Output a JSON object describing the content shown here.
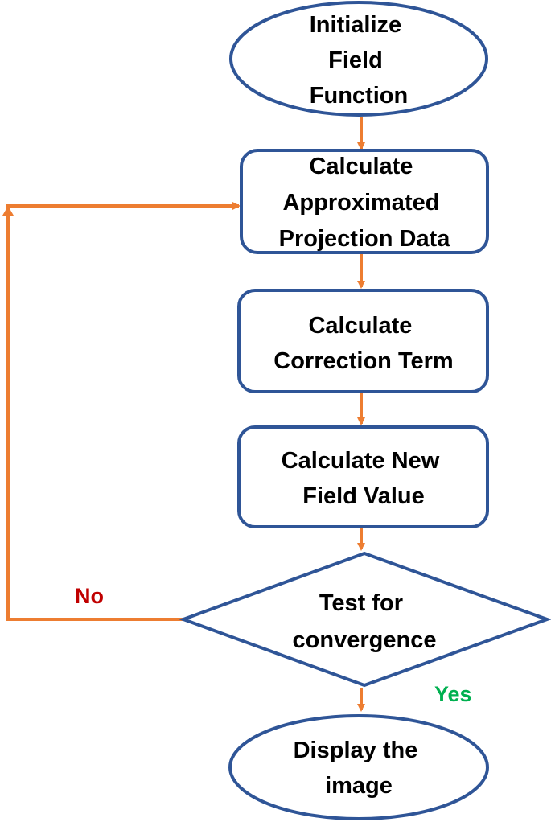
{
  "diagram": {
    "colors": {
      "node_stroke": "#2f5597",
      "connector": "#ed7d31",
      "no_label": "#c00000",
      "yes_label": "#00b050"
    },
    "nodes": {
      "initialize": {
        "shape": "ellipse",
        "lines": [
          "Initialize",
          "Field",
          "Function"
        ]
      },
      "approximated": {
        "shape": "rounded-rectangle",
        "lines": [
          "Calculate",
          "Approximated",
          "Projection Data"
        ]
      },
      "correction": {
        "shape": "rounded-rectangle",
        "lines": [
          "Calculate",
          "Correction Term"
        ]
      },
      "new_value": {
        "shape": "rounded-rectangle",
        "lines": [
          "Calculate New",
          "Field Value"
        ]
      },
      "convergence": {
        "shape": "diamond",
        "lines": [
          "Test for",
          "convergence"
        ]
      },
      "display": {
        "shape": "ellipse",
        "lines": [
          "Display the",
          "image"
        ]
      }
    },
    "branches": {
      "no": "No",
      "yes": "Yes"
    }
  }
}
